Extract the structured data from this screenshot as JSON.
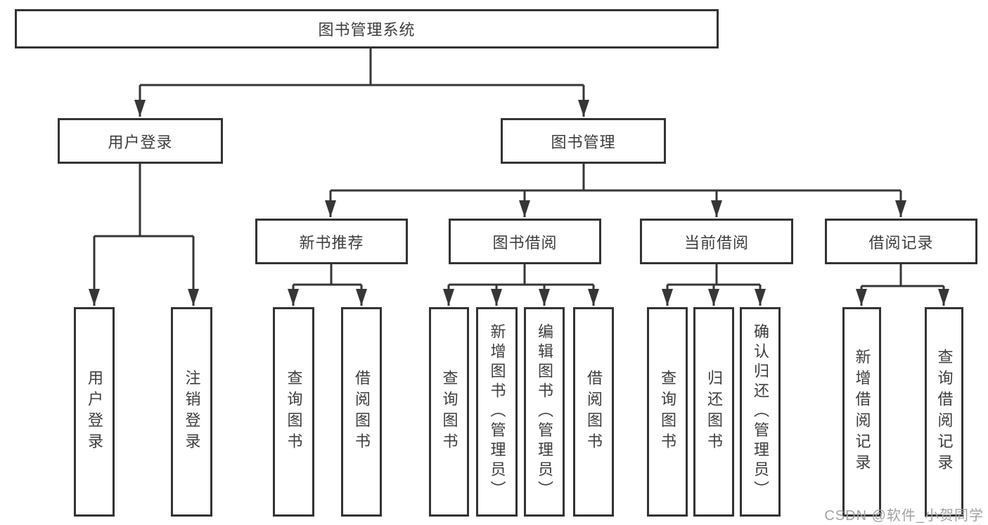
{
  "diagram": {
    "root": {
      "label": "图书管理系统"
    },
    "level2": [
      {
        "label": "用户登录"
      },
      {
        "label": "图书管理"
      }
    ],
    "level3": [
      {
        "label": "新书推荐"
      },
      {
        "label": "图书借阅"
      },
      {
        "label": "当前借阅"
      },
      {
        "label": "借阅记录"
      }
    ],
    "leaves": [
      {
        "label": "用户登录"
      },
      {
        "label": "注销登录"
      },
      {
        "label": "查询图书"
      },
      {
        "label": "借阅图书"
      },
      {
        "label": "查询图书"
      },
      {
        "label": "新增图书（管理员）"
      },
      {
        "label": "编辑图书（管理员）"
      },
      {
        "label": "借阅图书"
      },
      {
        "label": "查询图书"
      },
      {
        "label": "归还图书"
      },
      {
        "label": "确认归还（管理员）"
      },
      {
        "label": "新增借阅记录"
      },
      {
        "label": "查询借阅记录"
      }
    ]
  },
  "watermark": {
    "text": "CSDN @软件_小贺同学"
  },
  "colors": {
    "line": "#363636",
    "border": "#333333",
    "text": "#3d3d3d",
    "background": "#ffffff",
    "watermark": "#a2a2a2"
  }
}
